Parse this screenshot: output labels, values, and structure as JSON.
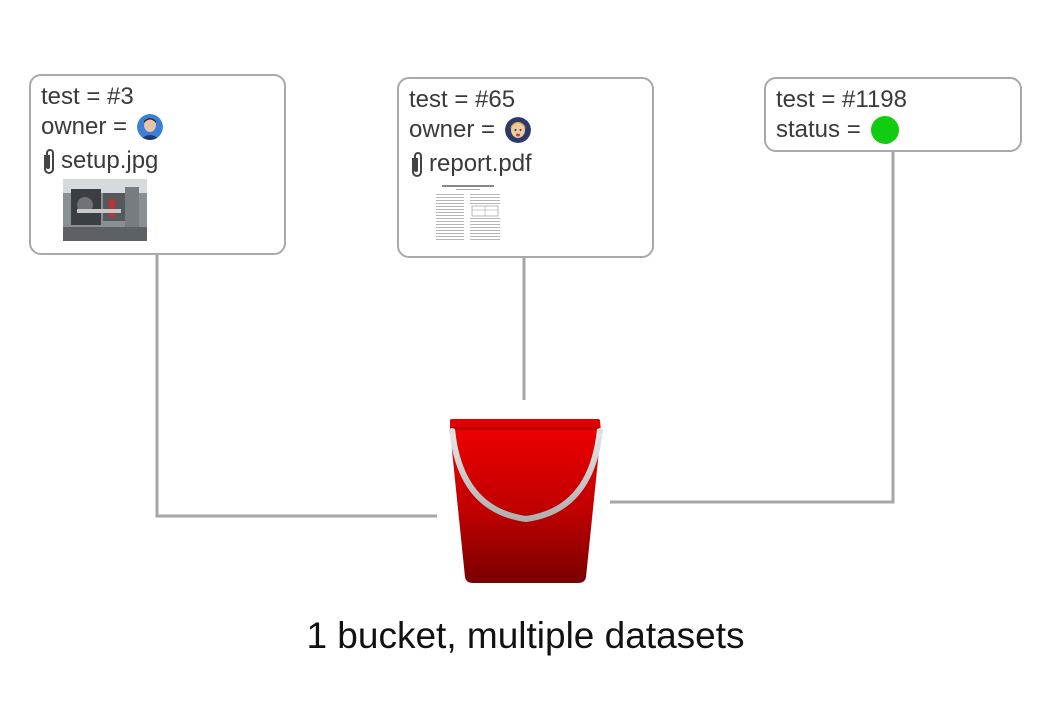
{
  "colors": {
    "connector": "#a6a6a6",
    "bucket": "#cc0000",
    "status": "#11cc11"
  },
  "cards": [
    {
      "line1": "test = #3",
      "line2_label": "owner =",
      "line2_icon": "owner-avatar-icon",
      "attachment": "setup.jpg",
      "attachment_icon": "paperclip-icon",
      "preview_icon": "photo-thumbnail-icon"
    },
    {
      "line1": "test = #65",
      "line2_label": "owner =",
      "line2_icon": "owner-avatar-icon",
      "attachment": "report.pdf",
      "attachment_icon": "paperclip-icon",
      "preview_icon": "document-thumbnail-icon"
    },
    {
      "line1": "test = #1198",
      "line2_label": "status =",
      "line2_icon": "status-indicator-icon"
    }
  ],
  "bucket_icon": "red-bucket-icon",
  "caption": "1 bucket, multiple datasets"
}
